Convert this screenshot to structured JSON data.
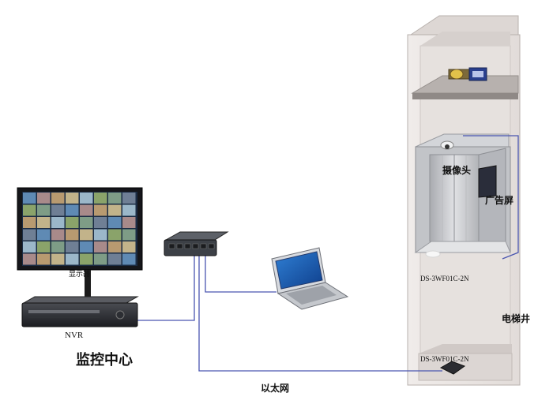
{
  "labels": {
    "monitor": "显示器",
    "nvr": "NVR",
    "center": "监控中心",
    "camera": "摄像头",
    "ad_screen": "广告屏",
    "device_top": "DS-3WF01C-2N",
    "device_bottom": "DS-3WF01C-2N",
    "shaft": "电梯井",
    "ethernet": "以太网"
  },
  "colors": {
    "cable": "#4a56b0",
    "shaft_wall": "#ece8e6",
    "elevator_steel": "#c9cacd",
    "monitor_frame": "#15161a",
    "switch_body": "#3c4046",
    "laptop_body": "#d7dadf"
  }
}
